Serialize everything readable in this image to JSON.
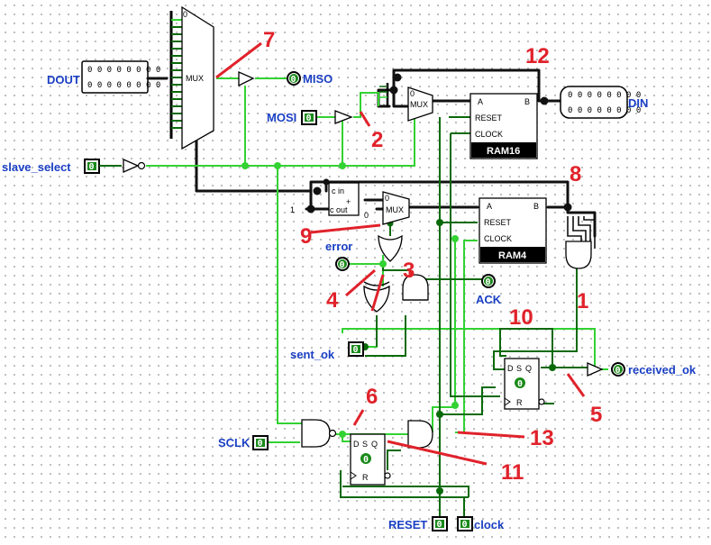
{
  "labels": {
    "dout": "DOUT",
    "miso": "MISO",
    "mosi": "MOSI",
    "din": "DIN",
    "slave_select": "slave_select",
    "error": "error",
    "ack": "ACK",
    "sent_ok": "sent_ok",
    "received_ok": "received_ok",
    "sclk": "SCLK",
    "reset": "RESET",
    "clock": "clock"
  },
  "components": {
    "mux_main": "MUX",
    "mux_din": "MUX",
    "mux_counter": "MUX",
    "ram16": "RAM16",
    "ram4": "RAM4",
    "ram_a": "A",
    "ram_b": "B",
    "ram_reset": "RESET",
    "ram_clock": "CLOCK",
    "adder_cin": "c in",
    "adder_cout": "c out",
    "adder_plus": "+",
    "const_one": "1",
    "const_zero": "0",
    "ff_d": "D",
    "ff_s": "S",
    "ff_q": "Q",
    "ff_r": "R",
    "mux_sel0": "0"
  },
  "pins": {
    "value": "0",
    "dout_bits_row1": "0 0 0 0 0 0 0 0",
    "dout_bits_row2": "0 0 0 0 0 0 0 0",
    "din_bits_row1": "0 0 0 0 0 0 0 0",
    "din_bits_row2": "0 0 0 0 0 0 0 0"
  },
  "annotations": [
    "1",
    "2",
    "3",
    "4",
    "5",
    "6",
    "7",
    "8",
    "9",
    "10",
    "11",
    "12",
    "13"
  ],
  "colors": {
    "wire_active": "#32d232",
    "wire_inactive": "#0a6a0a",
    "bus": "#111111",
    "label": "#1a3fc4",
    "annotation": "#e0222b"
  }
}
